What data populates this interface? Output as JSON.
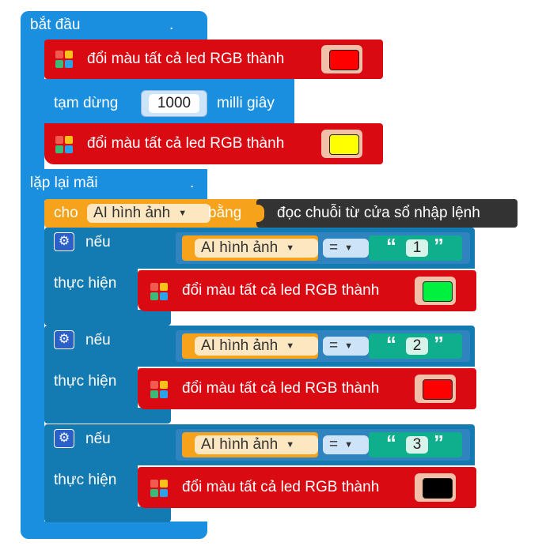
{
  "setup": {
    "label": "bắt đầu",
    "dot": "."
  },
  "loop": {
    "label": "lặp lại mãi",
    "dot": "."
  },
  "led_block": {
    "label": "đổi màu tất cả led RGB thành"
  },
  "pause": {
    "label": "tạm dừng",
    "value": "1000",
    "unit": "milli giây"
  },
  "assign": {
    "prefix": "cho",
    "variable": "AI hình ảnh",
    "equals": "bằng",
    "source": "đọc chuỗi từ cửa sổ nhập lệnh"
  },
  "if_block": {
    "if_label": "nếu",
    "then_label": "thực hiện",
    "operator": "=",
    "open_quote": "“",
    "close_quote": "”"
  },
  "conditions": [
    {
      "variable": "AI hình ảnh",
      "value": "1",
      "color": "#00f040"
    },
    {
      "variable": "AI hình ảnh",
      "value": "2",
      "color": "#ff0000"
    },
    {
      "variable": "AI hình ảnh",
      "value": "3",
      "color": "#000000"
    }
  ],
  "setup_colors": [
    "#ff0000",
    "#ffff00"
  ],
  "icons": {
    "rgb": "rgb-grid-icon",
    "gear": "gear-icon",
    "caret": "dropdown-caret-icon"
  }
}
